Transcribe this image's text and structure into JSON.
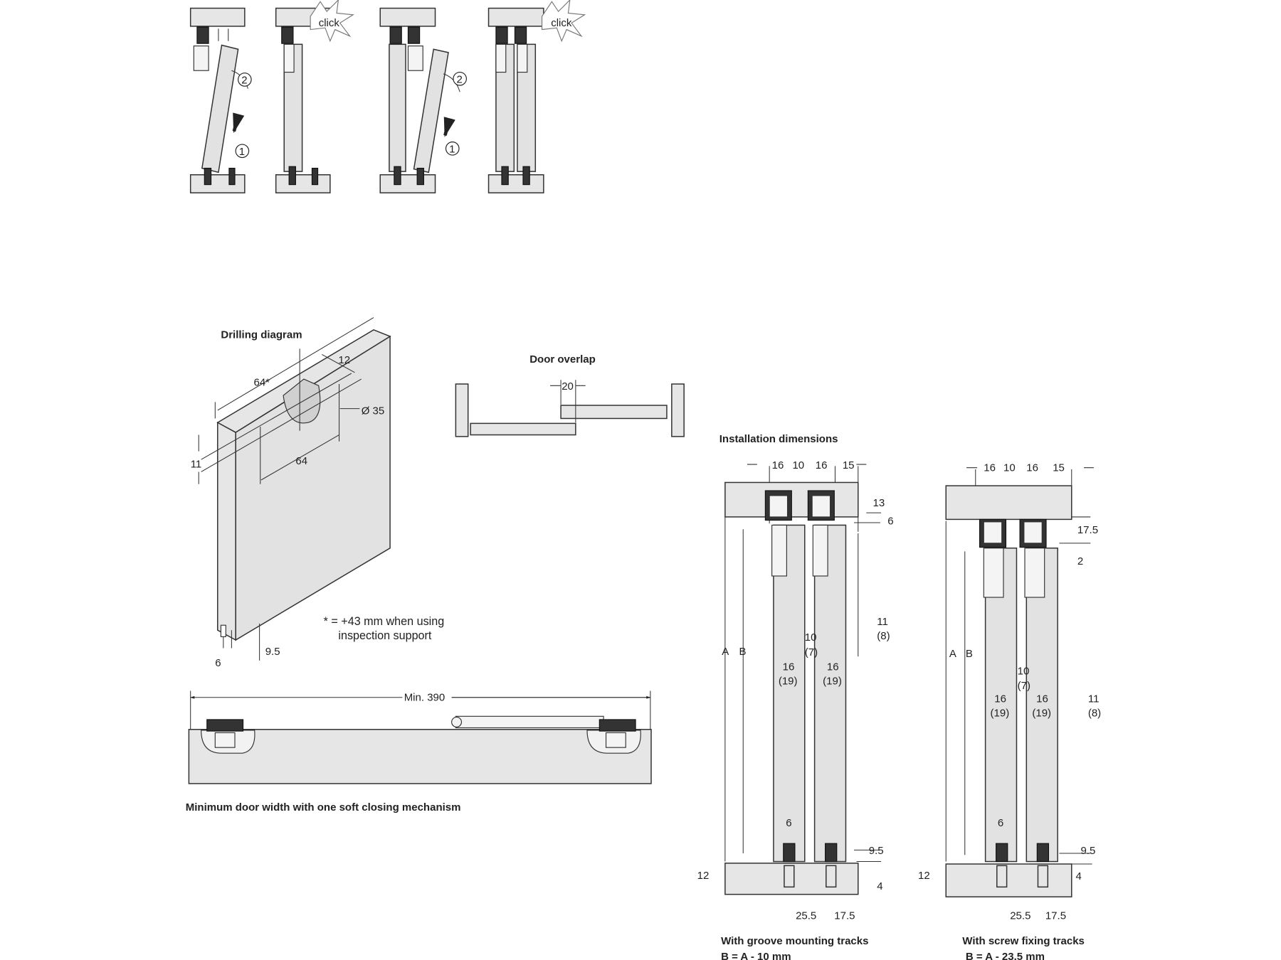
{
  "sequence": {
    "click_label": "click",
    "step1": "1",
    "step2": "2"
  },
  "drilling": {
    "title": "Drilling diagram",
    "dim_64_star": "64*",
    "dim_12": "12",
    "dim_diameter": "Ø 35",
    "dim_64": "64",
    "dim_11": "11",
    "dim_6": "6",
    "dim_9_5": "9.5",
    "note_line1": "* = +43 mm when using",
    "note_line2": "inspection support"
  },
  "overlap": {
    "title": "Door overlap",
    "dim_20": "20"
  },
  "min_width": {
    "dim_label": "Min. 390",
    "caption": "Minimum door width with one soft closing mechanism"
  },
  "installation": {
    "title": "Installation dimensions",
    "groove": {
      "top_dims": [
        "16",
        "10",
        "16",
        "15"
      ],
      "d13": "13",
      "d6": "6",
      "d11": "11",
      "d8": "(8)",
      "d10": "10",
      "d7": "(7)",
      "d16a": "16",
      "d19a": "(19)",
      "d16b": "16",
      "d19b": "(19)",
      "A": "A",
      "B": "B",
      "bottom6": "6",
      "d9_5": "9.5",
      "d12": "12",
      "d4": "4",
      "d25_5": "25.5",
      "d17_5": "17.5",
      "caption": "With groove mounting tracks",
      "formula": "B = A - 10 mm"
    },
    "screw": {
      "top_dims": [
        "16",
        "10",
        "16",
        "15"
      ],
      "d17_5": "17.5",
      "d2": "2",
      "d11": "11",
      "d8": "(8)",
      "d10": "10",
      "d7": "(7)",
      "d16a": "16",
      "d19a": "(19)",
      "d16b": "16",
      "d19b": "(19)",
      "A": "A",
      "B": "B",
      "bottom6": "6",
      "d9_5": "9.5",
      "d12": "12",
      "d4": "4",
      "d25_5": "25.5",
      "d17_5b": "17.5",
      "caption": "With screw fixing tracks",
      "formula": "B = A - 23.5 mm"
    }
  }
}
